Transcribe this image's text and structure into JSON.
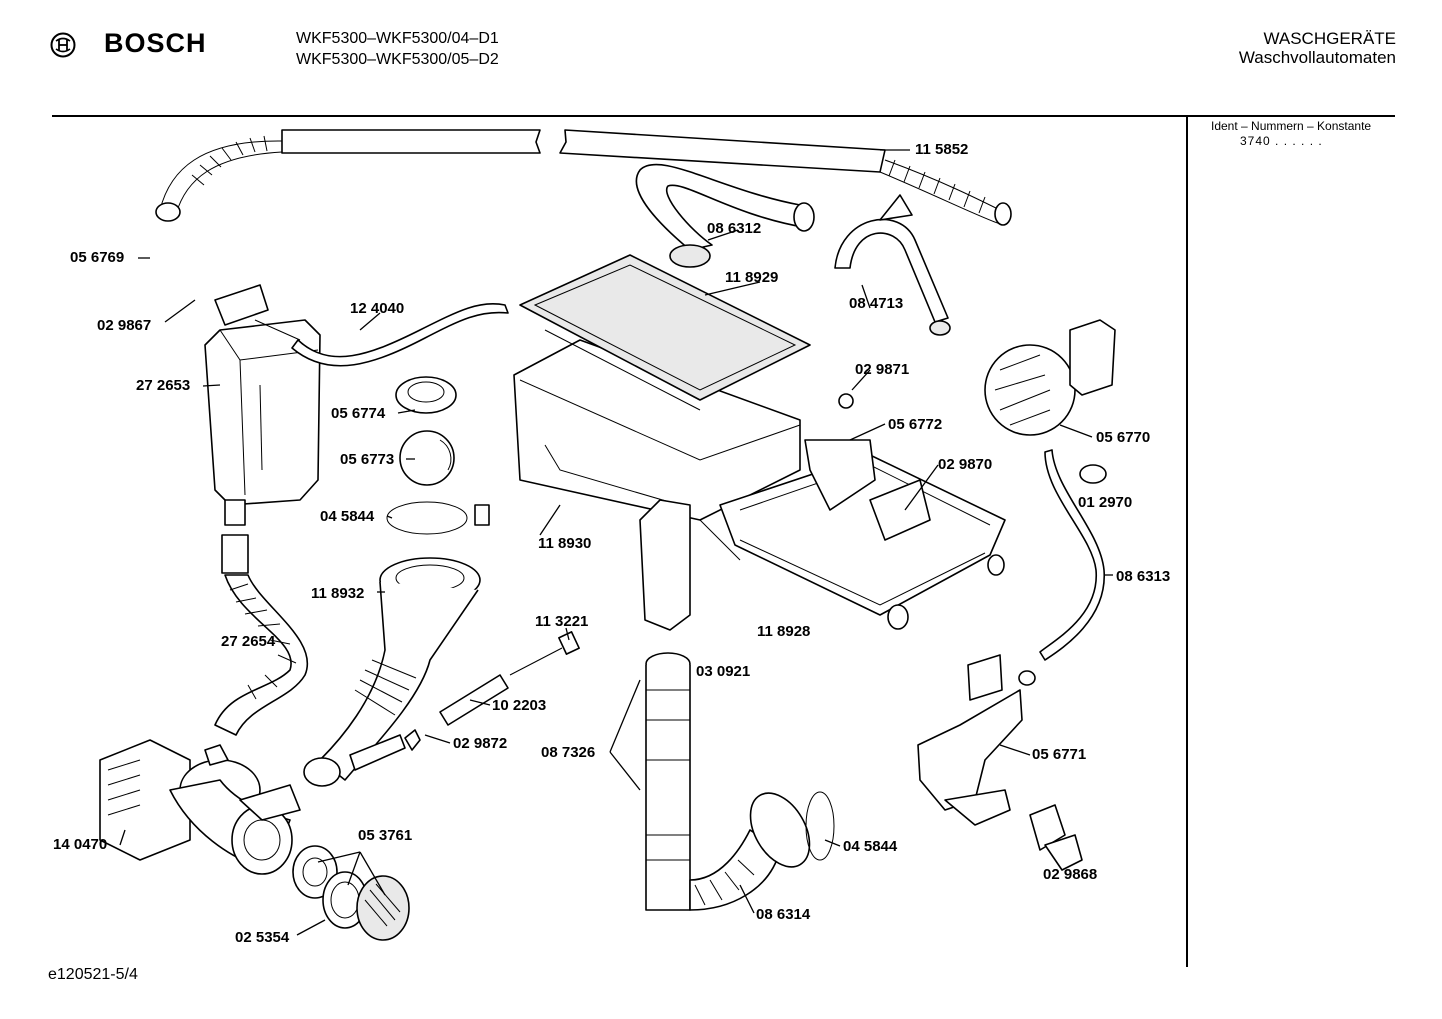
{
  "header": {
    "brand": "BOSCH",
    "model_line_1": "WKF5300–WKF5300/04–D1",
    "model_line_2": "WKF5300–WKF5300/05–D2",
    "category": "WASCHGERÄTE",
    "subcategory": "Waschvollautomaten"
  },
  "sidebar": {
    "ident_heading": "Ident – Nummern – Konstante",
    "ident_value": "3740 . . . . . ."
  },
  "parts": [
    "11 5852",
    "08 6312",
    "05 6769",
    "11 8929",
    "08 4713",
    "02 9867",
    "12 4040",
    "27 2653",
    "02 9871",
    "05 6774",
    "05 6772",
    "05 6770",
    "05 6773",
    "02 9870",
    "01 2970",
    "04 5844",
    "11 8930",
    "08 6313",
    "11 8932",
    "11 3221",
    "11 8928",
    "27 2654",
    "03 0921",
    "10 2203",
    "02 9872",
    "08 7326",
    "05 6771",
    "14 0470",
    "05 3761",
    "04 5844",
    "02 9868",
    "08 6314",
    "02 5354"
  ],
  "footer": {
    "drawing_id": "e120521-5/4"
  }
}
